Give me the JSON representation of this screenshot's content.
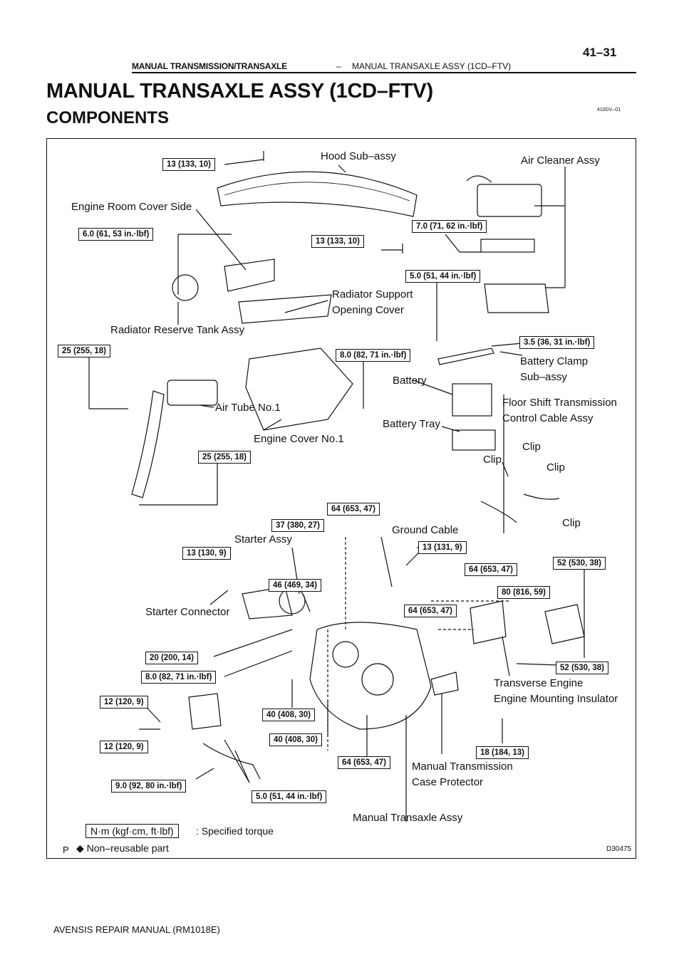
{
  "header": {
    "section": "MANUAL TRANSMISSION/TRANSAXLE",
    "dash": "–",
    "subsection": "MANUAL TRANSAXLE ASSY (1CD–FTV)",
    "page": "41–31"
  },
  "title": "MANUAL TRANSAXLE ASSY (1CD–FTV)",
  "subtitle": "COMPONENTS",
  "ref_code": "410DV–01",
  "diagram": {
    "labels": {
      "hood": "Hood Sub–assy",
      "air_cleaner": "Air Cleaner Assy",
      "engine_room_cover": "Engine Room Cover Side",
      "radiator_support_1": "Radiator Support",
      "radiator_support_2": "Opening Cover",
      "radiator_reserve": "Radiator Reserve Tank Assy",
      "battery_clamp_1": "Battery Clamp",
      "battery_clamp_2": "Sub–assy",
      "battery": "Battery",
      "floor_shift_1": "Floor Shift Transmission",
      "floor_shift_2": "Control Cable Assy",
      "air_tube": "Air Tube No.1",
      "battery_tray": "Battery Tray",
      "engine_cover": "Engine Cover No.1",
      "clip_a": "Clip",
      "clip_b": "Clip",
      "clip_c": "Clip",
      "clip_d": "Clip",
      "ground_cable": "Ground Cable",
      "starter_assy": "Starter Assy",
      "starter_connector": "Starter Connector",
      "transverse_1": "Transverse Engine",
      "transverse_2": "Engine Mounting Insulator",
      "case_protector_1": "Manual Transmission",
      "case_protector_2": "Case Protector",
      "transaxle": "Manual Transaxle Assy"
    },
    "torques": {
      "t1": "13 (133, 10)",
      "t2": "6.0 (61, 53 in.·lbf)",
      "t3": "7.0 (71, 62 in.·lbf)",
      "t4": "13 (133, 10)",
      "t5": "5.0 (51, 44 in.·lbf)",
      "t6": "3.5 (36, 31 in.·lbf)",
      "t7": "25 (255, 18)",
      "t8": "8.0 (82, 71 in.·lbf)",
      "t9": "25 (255, 18)",
      "t10": "64 (653, 47)",
      "t11": "37 (380, 27)",
      "t12": "13 (131, 9)",
      "t13": "13 (130, 9)",
      "t14": "64 (653, 47)",
      "t15": "52 (530, 38)",
      "t16": "46 (469, 34)",
      "t17": "80 (816, 59)",
      "t18": "64 (653, 47)",
      "t19": "20 (200, 14)",
      "t20": "8.0 (82, 71 in.·lbf)",
      "t21": "52 (530, 38)",
      "t22": "12 (120, 9)",
      "t23": "40 (408, 30)",
      "t24": "12 (120, 9)",
      "t25": "40 (408, 30)",
      "t26": "18 (184, 13)",
      "t27": "64 (653, 47)",
      "t28": "9.0 (92, 80 in.·lbf)",
      "t29": "5.0 (51, 44 in.·lbf)"
    }
  },
  "legend": {
    "torque_unit": "N·m (kgf·cm, ft·lbf)",
    "torque_text": ": Specified torque",
    "p_mark": "P",
    "nonreusable": "◆ Non–reusable part"
  },
  "figure_code": "D30475",
  "footer": "AVENSIS REPAIR MANUAL   (RM1018E)"
}
